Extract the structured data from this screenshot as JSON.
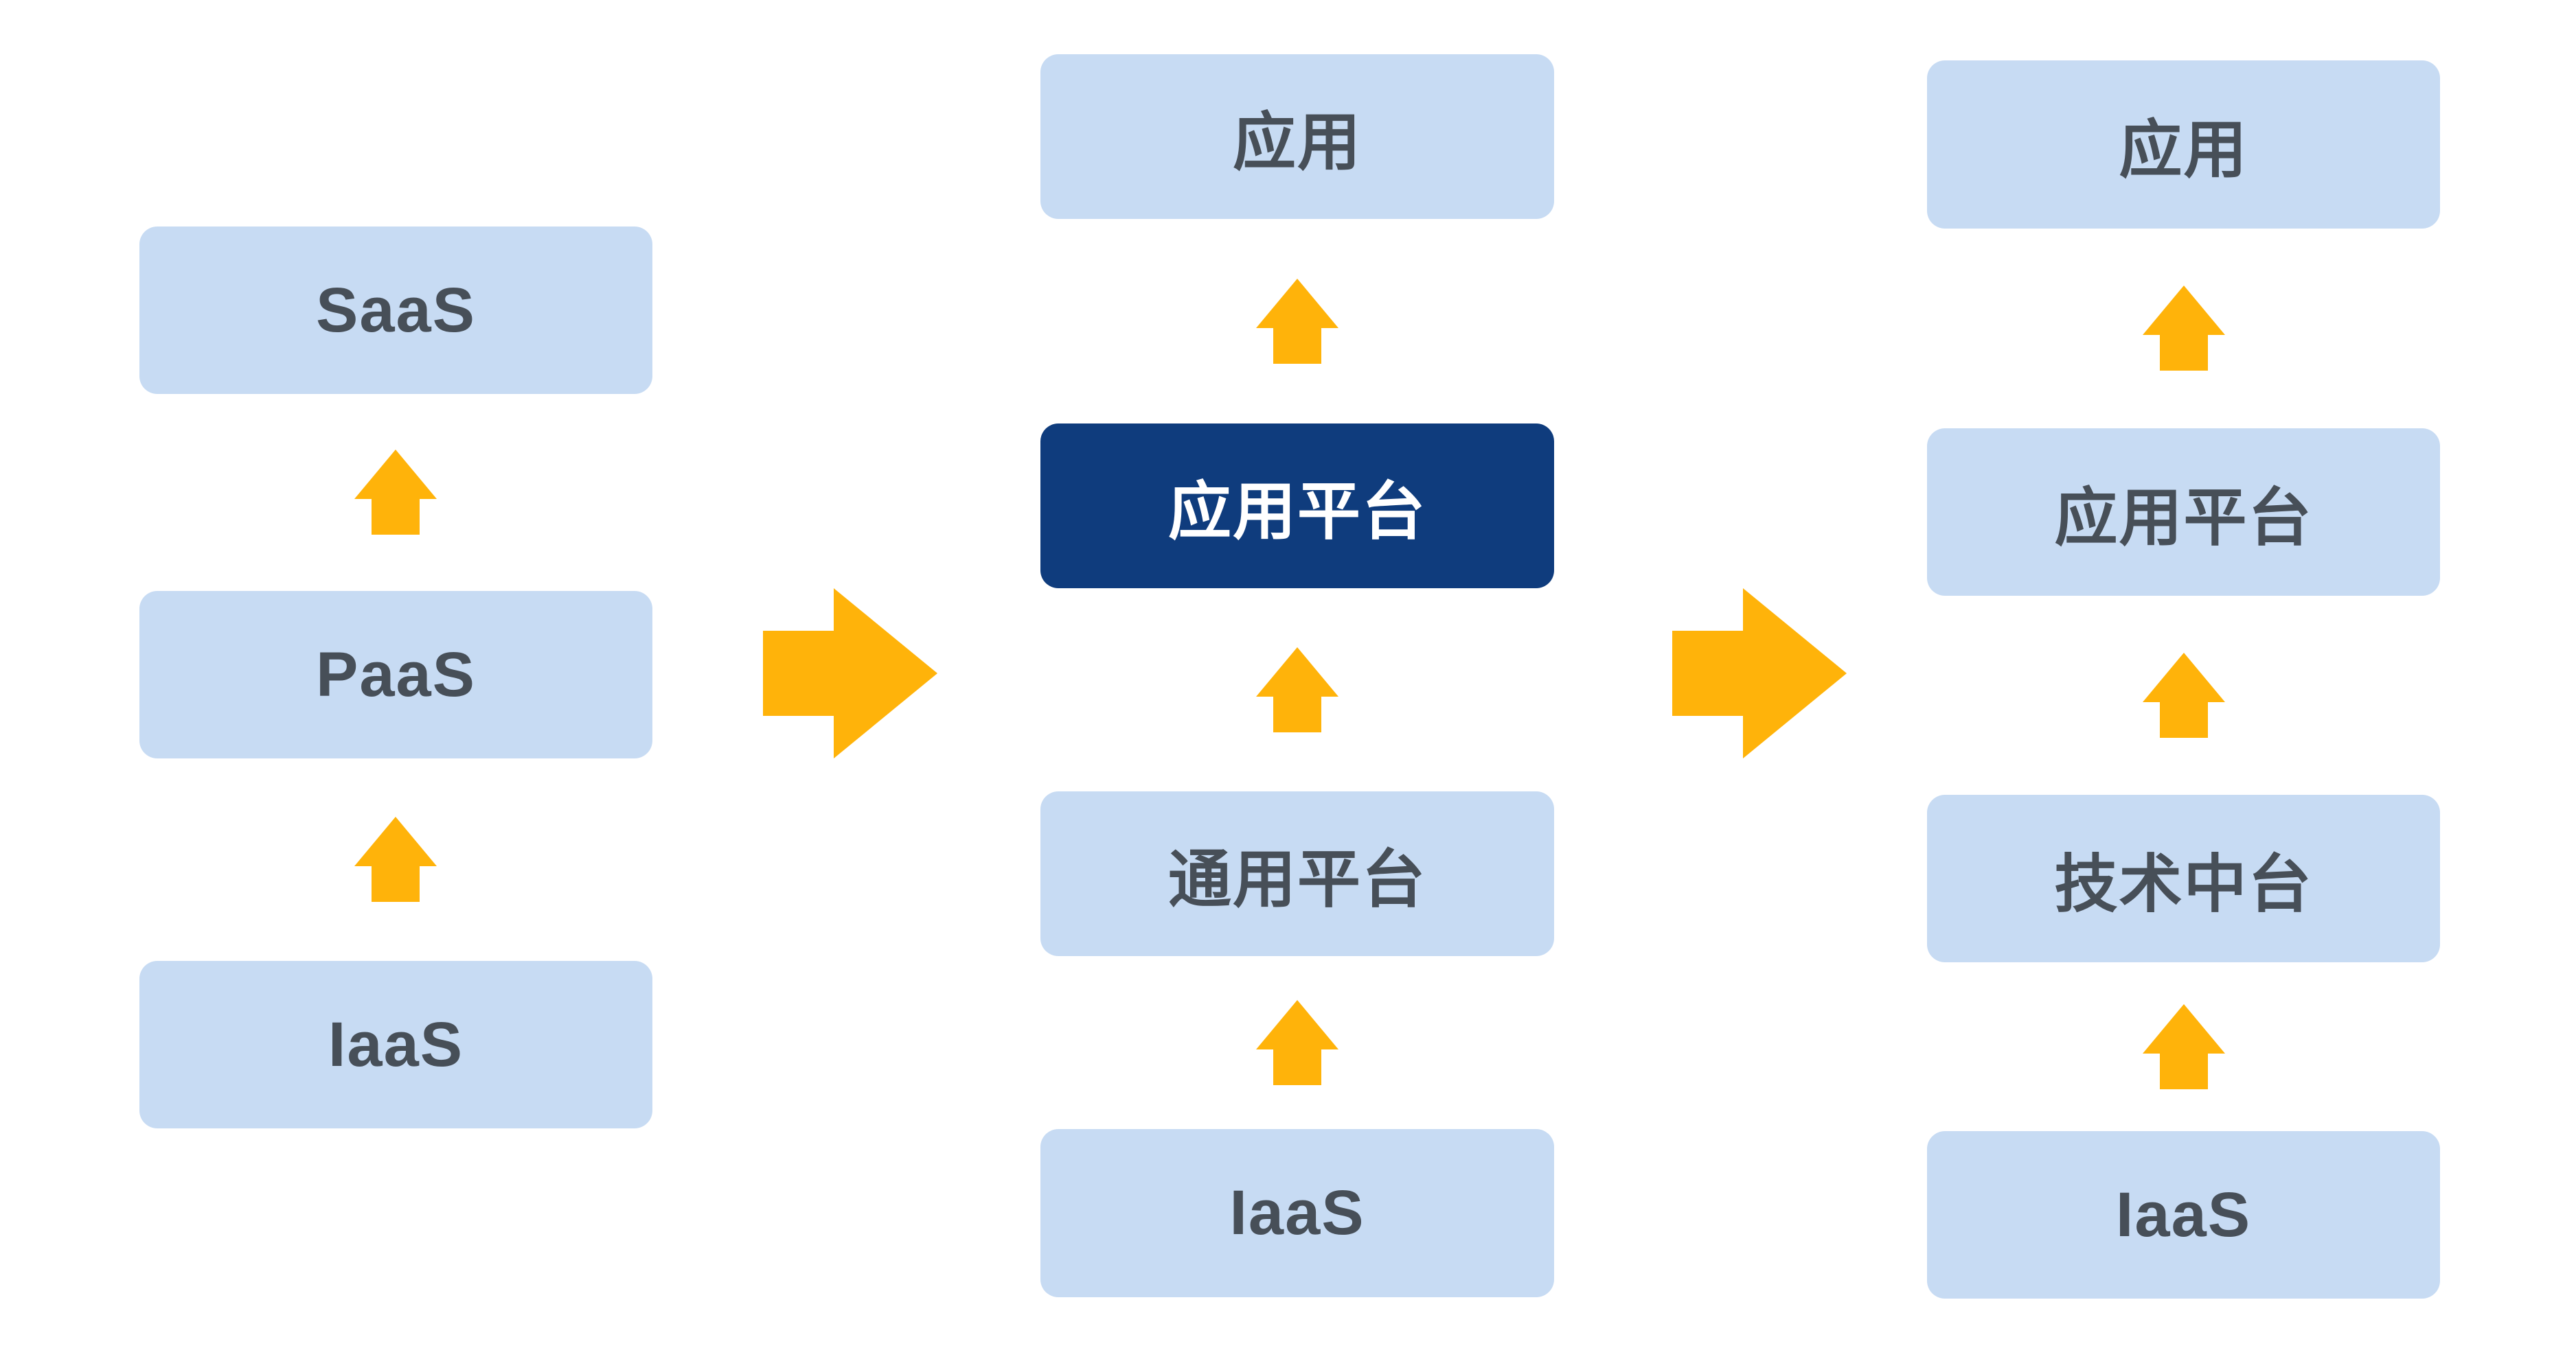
{
  "diagram": {
    "title": "architecture-evolution-diagram",
    "columns": [
      {
        "name": "cloud-service-stack",
        "items": [
          {
            "label": "SaaS",
            "emphasis": false
          },
          {
            "label": "PaaS",
            "emphasis": false
          },
          {
            "label": "IaaS",
            "emphasis": false
          }
        ]
      },
      {
        "name": "application-platform-stack",
        "items": [
          {
            "label": "应用",
            "emphasis": false
          },
          {
            "label": "应用平台",
            "emphasis": true
          },
          {
            "label": "通用平台",
            "emphasis": false
          },
          {
            "label": "IaaS",
            "emphasis": false
          }
        ]
      },
      {
        "name": "middle-platform-stack",
        "items": [
          {
            "label": "应用",
            "emphasis": false
          },
          {
            "label": "应用平台",
            "emphasis": false
          },
          {
            "label": "技术中台",
            "emphasis": false
          },
          {
            "label": "IaaS",
            "emphasis": false
          }
        ]
      }
    ],
    "arrow_semantics": {
      "up_arrow": "supports layer above",
      "right_arrow": "evolves to next stage"
    }
  },
  "colors": {
    "background": "#FFFFFF",
    "box_light": "#C7DBF3",
    "box_dark": "#0F3C7D",
    "arrow": "#FFB30A",
    "text_dark": "#474F58",
    "text_light": "#FFFFFF"
  }
}
